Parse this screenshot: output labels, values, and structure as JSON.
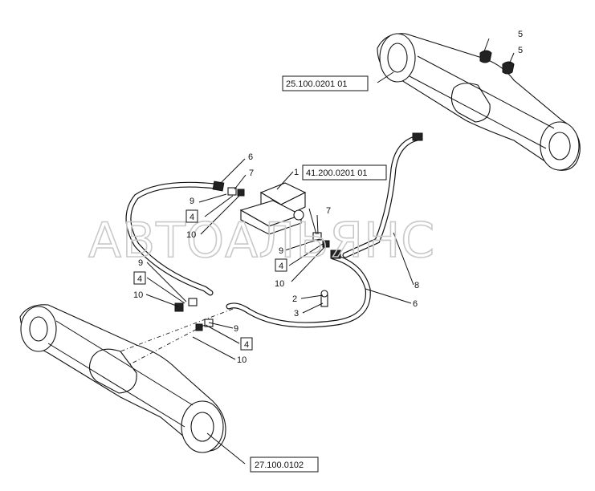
{
  "watermark": "АВТОАЛЬЯНС",
  "references": {
    "rear_axle": "25.100.0201 01",
    "valve_block": "41.200.0201 01",
    "front_axle": "27.100.0102"
  },
  "callouts": {
    "c5a": "5",
    "c5b": "5",
    "c6a": "6",
    "c6b": "6",
    "c7a": "7",
    "c7b": "7",
    "c9a": "9",
    "c9b": "9",
    "c9c": "9",
    "c9d": "9",
    "c10a": "10",
    "c10b": "10",
    "c10c": "10",
    "c10d": "10",
    "c1": "1",
    "c2": "2",
    "c3": "3",
    "c8": "8"
  },
  "boxed_callouts": {
    "b4a": "4",
    "b4b": "4",
    "b4c": "4",
    "b4d": "4"
  },
  "colors": {
    "ink": "#111111",
    "watermark": "#c9c9c9",
    "background": "#ffffff"
  }
}
